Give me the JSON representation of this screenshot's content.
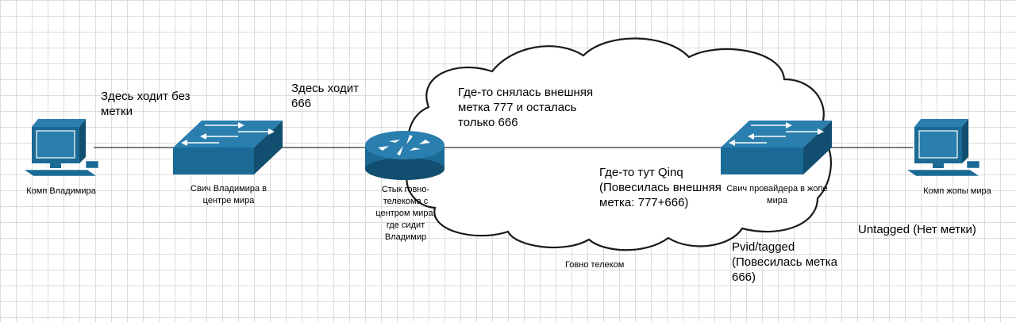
{
  "nodes": {
    "pc_left": "Комп Владимира",
    "switch_left": "Свич Владимира в центре мира",
    "router": "Стык говно-телекома с центром мира, где сидит Владимир",
    "switch_right": "Свич провайдера в жопе мира",
    "pc_right": "Комп жопы мира"
  },
  "annotations": {
    "untagged_link": "Здесь ходит без метки",
    "tag_666_link": "Здесь ходит 666",
    "tag_removed": "Где-то снялась внешняя метка 777 и осталась только 666",
    "qinq": "Где-то тут Qinq (Повесилась внешняя метка: 777+666)",
    "pvid_tagged": "Pvid/tagged (Повесилась метка 666)",
    "untagged_end": "Untagged (Нет метки)"
  },
  "cloud_label": "Говно телеком",
  "colors": {
    "device": "#1b6a95",
    "device_top": "#2a7fae",
    "link": "#000000",
    "cloud_stroke": "#1a1a1a"
  }
}
